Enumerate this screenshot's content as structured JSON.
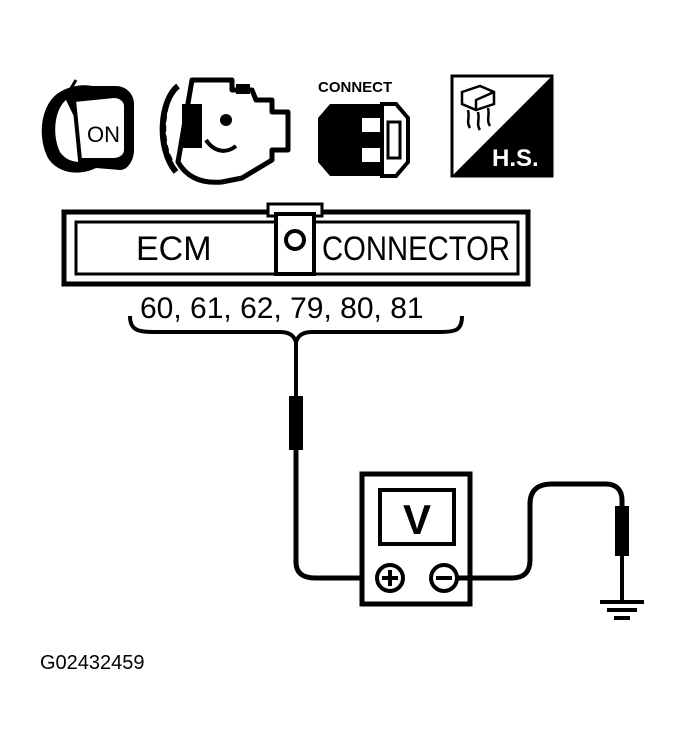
{
  "icons": {
    "ignition": {
      "icon": "ignition-key-icon",
      "label": "ON"
    },
    "engine": {
      "icon": "engine-icon"
    },
    "connect": {
      "icon": "connector-plug-icon",
      "label": "CONNECT"
    },
    "harness": {
      "icon": "harness-switch-icon",
      "label": "H.S."
    }
  },
  "connector": {
    "left_label": "ECM",
    "right_label": "CONNECTOR",
    "pins": "60, 61, 62, 79, 80, 81"
  },
  "voltmeter": {
    "display": "V",
    "plus_terminal": "+",
    "minus_terminal": "−"
  },
  "ground": {
    "icon": "ground-icon"
  },
  "figure_code": "G02432459"
}
